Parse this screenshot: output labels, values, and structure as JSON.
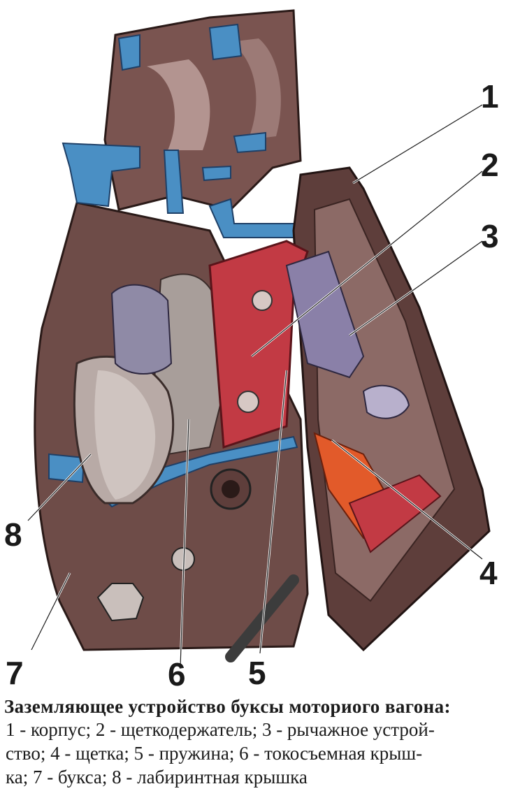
{
  "labels": [
    "1",
    "2",
    "3",
    "4",
    "5",
    "6",
    "7",
    "8"
  ],
  "caption": {
    "title": "Заземляющее устройство буксы моториого вагона:",
    "lines": [
      "1 - корпус; 2 - щеткодержатель; 3 - рычажное устрой-",
      "ство; 4 - щетка; 5 - пружина; 6 - токосъемная крыш-",
      "ка; 7 - букса; 8 - лабиринтная крышка"
    ]
  },
  "colors": {
    "housing": "#6e4c48",
    "housing_dark": "#3a2422",
    "section_blue": "#4a8fc4",
    "holder_red": "#c23a44",
    "lever_purple": "#8a80a8",
    "brush_orange": "#e25a2a",
    "cover_gray": "#a89e9a"
  }
}
